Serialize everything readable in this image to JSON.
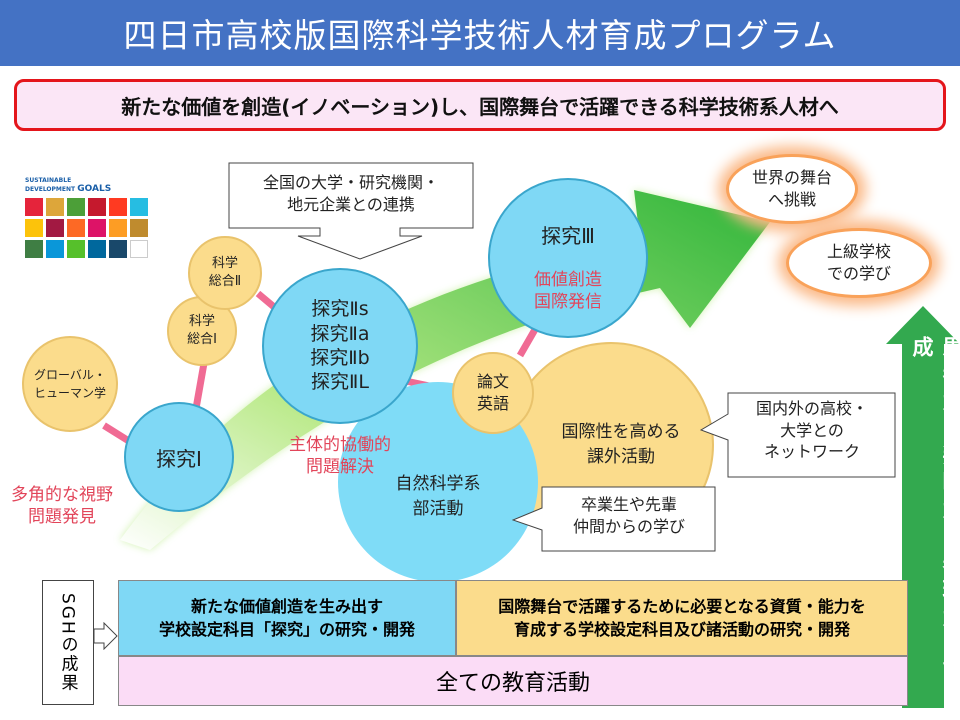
{
  "title": "四日市高校版国際科学技術人材育成プログラム",
  "slogan": "新たな価値を創造(イノベーション)し、国際舞台で活躍できる科学技術系人材へ",
  "sdg": {
    "title_line1": "SUSTAINABLE",
    "title_line2": "DEVELOPMENT",
    "title_goals": "GOALS"
  },
  "collab": {
    "line1": "全国の大学・研究機関・",
    "line2": "地元企業との連携"
  },
  "nodes": {
    "global": {
      "line1": "グローバル・",
      "line2": "ヒューマン学"
    },
    "tankyu1": "探究Ⅰ",
    "kagaku1": {
      "line1": "科学",
      "line2": "総合Ⅰ"
    },
    "kagaku2": {
      "line1": "科学",
      "line2": "総合Ⅱ"
    },
    "tankyu2": {
      "l1": "探究Ⅱs",
      "l2": "探究Ⅱa",
      "l3": "探究Ⅱb",
      "l4": "探究ⅡL"
    },
    "tankyu3": "探究Ⅲ",
    "ronbun": {
      "line1": "論文",
      "line2": "英語"
    },
    "kokusai": {
      "line1": "国際性を高める",
      "line2": "課外活動"
    },
    "shizen": {
      "line1": "自然科学系",
      "line2": "部活動"
    }
  },
  "labels": {
    "tamenteki": {
      "line1": "多角的な視野",
      "line2": "問題発見"
    },
    "shutaiteki": {
      "line1": "主体的協働的",
      "line2": "問題解決"
    },
    "kachi": {
      "line1": "価値創造",
      "line2": "国際発信"
    }
  },
  "goals": {
    "sekai": {
      "line1": "世界の舞台",
      "line2": "へ挑戦"
    },
    "jokyu": {
      "line1": "上級学校",
      "line2": "での学び"
    }
  },
  "callouts": {
    "network": {
      "line1": "国内外の高校・",
      "line2": "大学との",
      "line3": "ネットワーク"
    },
    "senpai": {
      "line1": "卒業生や先輩",
      "line2": "仲間からの学び"
    }
  },
  "side_arrow": "思考力・判断力・表現力の育成",
  "sgh": "SGHの成果",
  "bottom": {
    "left": {
      "line1": "新たな価値創造を生み出す",
      "line2": "学校設定科目「探究」の研究・開発"
    },
    "right": {
      "line1": "国際舞台で活躍するために必要となる資質・能力を",
      "line2": "育成する学校設定科目及び諸活動の研究・開発"
    },
    "all": "全ての教育活動"
  },
  "colors": {
    "title_bg": "#4472c4",
    "cyan": "#7fd8f5",
    "yellow": "#fbdc8c",
    "pink": "#fbdcf6",
    "green": "#33a94f",
    "red": "#e4151b"
  }
}
